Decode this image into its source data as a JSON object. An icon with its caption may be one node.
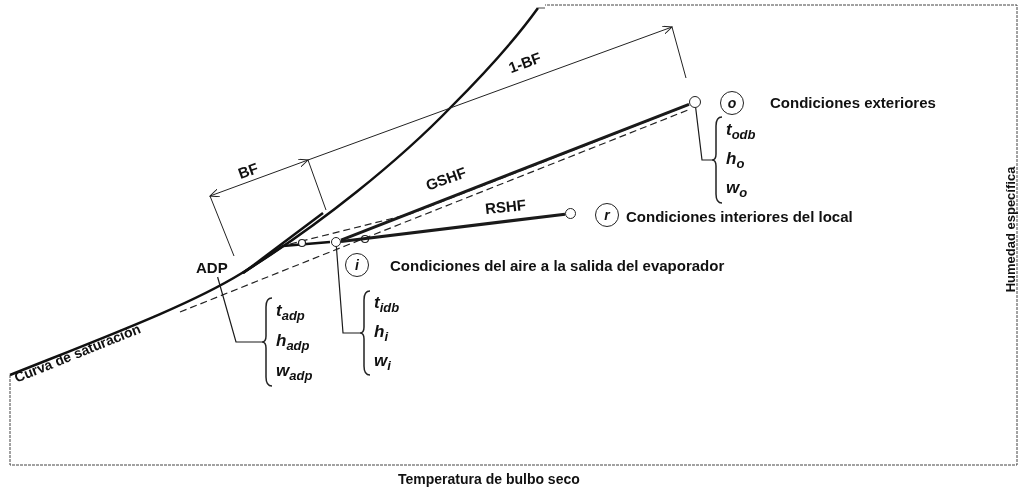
{
  "diagram": {
    "nodes": [
      {
        "text": [],
        "shape": "circle"
      },
      {
        "text": [
          "o"
        ],
        "beside": [
          "Condiciones exteriores"
        ]
      },
      {
        "text": [],
        "shape": "circle"
      },
      {
        "text": [
          "r"
        ],
        "beside": [
          "Condiciones interiores del local"
        ]
      },
      {
        "text": [],
        "shape": "circle"
      },
      {
        "text": [
          "i"
        ],
        "beside": [
          "Condiciones del aire a la salida del evaporador"
        ]
      },
      {
        "text": [
          "ADP"
        ]
      },
      {
        "text": [
          "t$_{odb}$",
          "h$_{o}$",
          "w$_{o}$"
        ]
      },
      {
        "text": [
          "t$_{idb}$",
          "h$_{i}$",
          "w$_{i}$"
        ]
      },
      {
        "text": [
          "t$_{adp}$",
          "h$_{adp}$",
          "w$_{adp}$"
        ]
      }
    ],
    "edges": [
      {
        "from": 0,
        "to": 4,
        "arrow": "none",
        "style": "thick"
      },
      {
        "from": 2,
        "to": 4,
        "arrow": "none",
        "style": "thick"
      },
      {
        "from": 0,
        "to": 7,
        "arrow": "none"
      },
      {
        "from": 4,
        "to": 8,
        "arrow": "none"
      },
      {
        "from": 6,
        "to": 9,
        "arrow": "none"
      }
    ],
    "labels": [
      "1-BF",
      "BF",
      "GSHF",
      "RSHF",
      "Curva de saturación",
      "Humedad específica",
      "Temperatura de bulbo seco"
    ]
  }
}
